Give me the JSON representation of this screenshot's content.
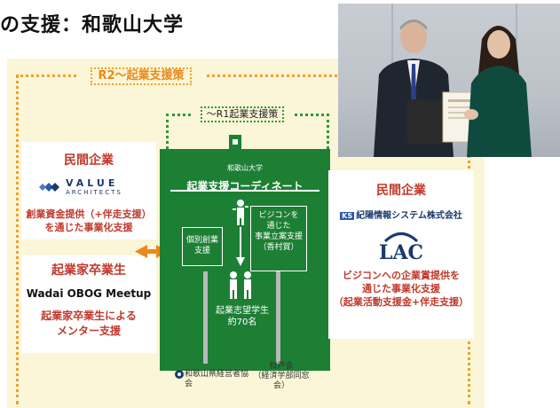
{
  "page": {
    "title": "の支援：和歌山大学"
  },
  "diagram": {
    "r2_label": "R2～起業支援策",
    "r1_label": "～R1起業支援策",
    "left_top": {
      "title": "民間企業",
      "logo_name": "VALUE",
      "logo_sub": "ARCHITECTS",
      "line1": "創業資金提供（+伴走支援）",
      "line2": "を通じた事業化支援"
    },
    "left_bottom": {
      "title": "起業家卒業生",
      "event": "Wadai OBOG Meetup",
      "line1": "起業家卒業生による",
      "line2": "メンター支援"
    },
    "center": {
      "university": "和歌山大学",
      "title": "起業支援コーディネート",
      "kobetsu1": "個別創業",
      "kobetsu2": "支援",
      "vision1": "ビジコンを",
      "vision2": "通じた",
      "vision3": "事業立案支援",
      "vision4": "（香村賞）",
      "students1": "起業志望学生",
      "students2": "約70名",
      "org_left": "和歌山県経営者協会",
      "org_right1": "柑芦会",
      "org_right2": "（経済学部同窓会）"
    },
    "right": {
      "title": "民間企業",
      "company": "紀陽情報システム株式会社",
      "logo": "LAC",
      "line1": "ビジコンへの企業賞提供を",
      "line2": "通じた事業化支援",
      "line3": "（起業活動支援金+伴走支援）"
    }
  },
  "colors": {
    "board": "#fbf6d7",
    "orange": "#e8891d",
    "green": "#1d7f34",
    "red": "#c0392b",
    "navy": "#1a3a6e"
  }
}
